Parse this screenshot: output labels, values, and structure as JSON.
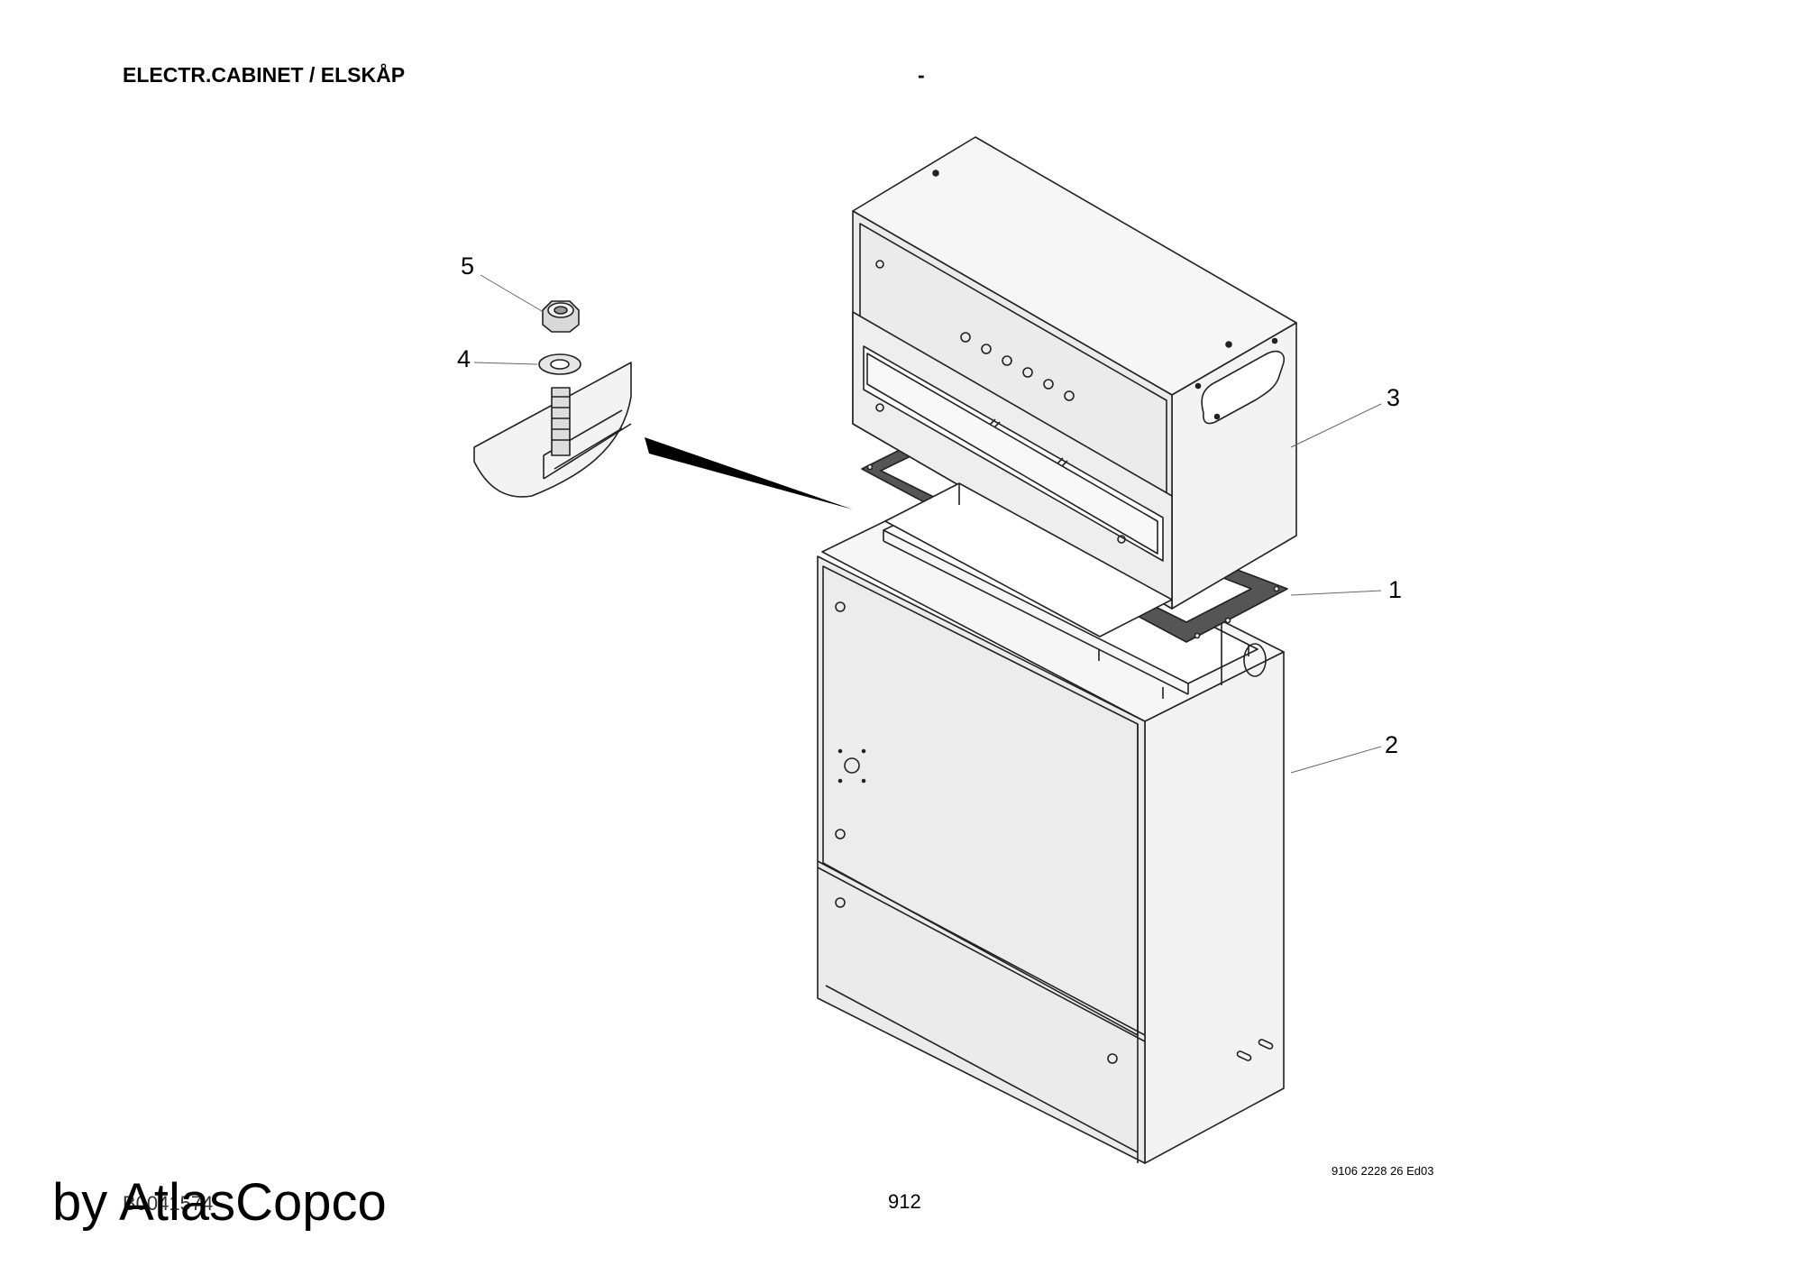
{
  "header": {
    "title": "ELECTR.CABINET / ELSKÅP",
    "dash": "-"
  },
  "callouts": [
    "1",
    "2",
    "3",
    "4",
    "5"
  ],
  "footer": {
    "doc_code": "9106 2228 26 Ed03",
    "page_number": "912",
    "doc_id": "B0041574",
    "brand": "by AtlasCopco"
  },
  "colors": {
    "panel_face": "#ebebeb",
    "panel_side": "#f3f3f3",
    "panel_top": "#f6f6f6",
    "gasket": "#555555",
    "line": "#222222"
  }
}
